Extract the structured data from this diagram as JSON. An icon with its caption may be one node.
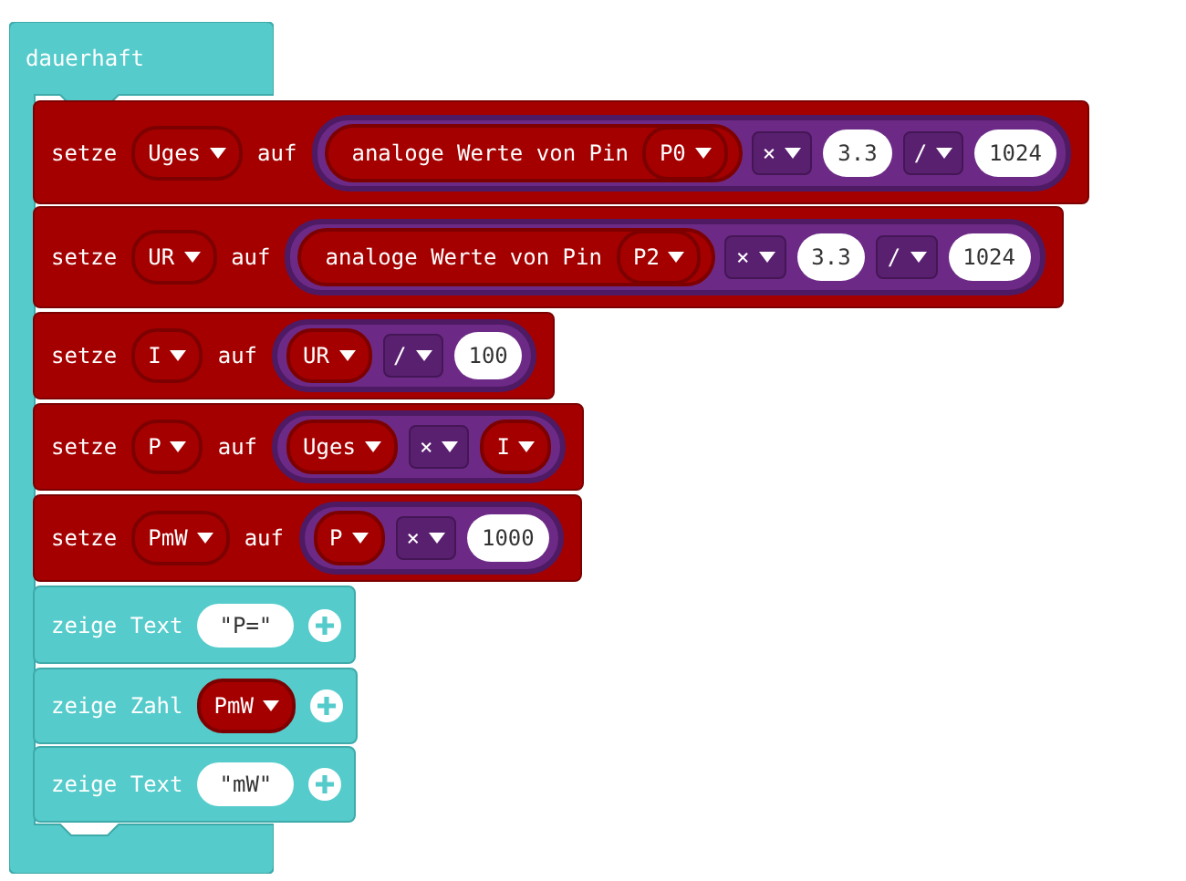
{
  "diagram": {
    "nodes": [
      {
        "text": [
          "dauerhaft"
        ]
      },
      {
        "text": [
          "setze",
          "auf"
        ]
      },
      {
        "text": [
          "Uges"
        ],
        "in": 1
      },
      {
        "text": [],
        "shape": "box",
        "in": 1
      },
      {
        "text": [
          "analoge Werte von Pin"
        ],
        "in": 3
      },
      {
        "text": [
          "P0"
        ],
        "in": 4
      },
      {
        "text": [
          "×"
        ],
        "in": 3
      },
      {
        "text": [
          "3.3"
        ],
        "in": 3
      },
      {
        "text": [
          "/"
        ],
        "in": 3
      },
      {
        "text": [
          "1024"
        ],
        "in": 3
      },
      {
        "text": [
          "setze",
          "auf"
        ]
      },
      {
        "text": [
          "UR"
        ],
        "in": 10
      },
      {
        "text": [],
        "shape": "box",
        "in": 10
      },
      {
        "text": [
          "analoge Werte von Pin"
        ],
        "in": 12
      },
      {
        "text": [
          "P2"
        ],
        "in": 13
      },
      {
        "text": [
          "×"
        ],
        "in": 12
      },
      {
        "text": [
          "3.3"
        ],
        "in": 12
      },
      {
        "text": [
          "/"
        ],
        "in": 12
      },
      {
        "text": [
          "1024"
        ],
        "in": 12
      },
      {
        "text": [
          "setze",
          "auf"
        ]
      },
      {
        "text": [
          "I"
        ],
        "in": 19
      },
      {
        "text": [],
        "shape": "box",
        "in": 19
      },
      {
        "text": [
          "UR"
        ],
        "in": 21
      },
      {
        "text": [
          "/"
        ],
        "in": 21
      },
      {
        "text": [
          "100"
        ],
        "in": 21
      },
      {
        "text": [
          "setze",
          "auf"
        ]
      },
      {
        "text": [
          "P"
        ],
        "in": 25
      },
      {
        "text": [],
        "shape": "box",
        "in": 25
      },
      {
        "text": [
          "Uges"
        ],
        "in": 27
      },
      {
        "text": [
          "×"
        ],
        "in": 27
      },
      {
        "text": [
          "I"
        ],
        "in": 27
      },
      {
        "text": [
          "setze",
          "auf"
        ]
      },
      {
        "text": [
          "PmW"
        ],
        "in": 31
      },
      {
        "text": [],
        "shape": "box",
        "in": 31
      },
      {
        "text": [
          "P"
        ],
        "in": 33
      },
      {
        "text": [
          "×"
        ],
        "in": 33
      },
      {
        "text": [
          "1000"
        ],
        "in": 33
      },
      {
        "text": [
          "zeige Text"
        ]
      },
      {
        "text": [
          "\"P=\""
        ],
        "in": 37
      },
      {
        "text": [
          "zeige Zahl"
        ]
      },
      {
        "text": [
          "PmW"
        ],
        "in": 39
      },
      {
        "text": [
          "zeige Text"
        ]
      },
      {
        "text": [
          "\"mW\""
        ],
        "in": 41
      }
    ]
  }
}
